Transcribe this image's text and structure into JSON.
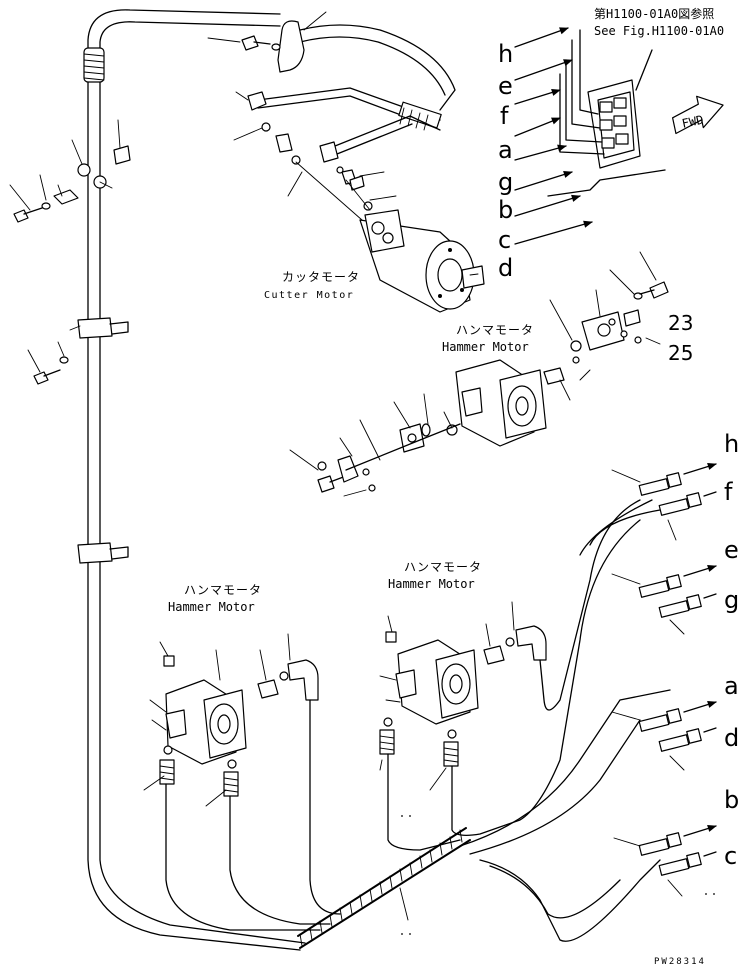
{
  "reference": {
    "jp": "第H1100-01A0図参照",
    "en": "See Fig.H1100-01A0"
  },
  "fwd_label": "FWD",
  "cutter_motor": {
    "jp": "カッタモータ",
    "en": "Cutter Motor"
  },
  "hammer_motor_top": {
    "jp": "ハンマモータ",
    "en": "Hammer Motor"
  },
  "hammer_motor_mid": {
    "jp": "ハンマモータ",
    "en": "Hammer Motor"
  },
  "hammer_motor_left": {
    "jp": "ハンマモータ",
    "en": "Hammer Motor"
  },
  "part_numbers": [
    "23",
    "25"
  ],
  "top_letters": [
    "h",
    "e",
    "f",
    "a",
    "g",
    "b",
    "c",
    "d"
  ],
  "right_letters": [
    "h",
    "f",
    "e",
    "g",
    "a",
    "d",
    "b",
    "c"
  ],
  "drawing_code": "PW28314",
  "colors": {
    "ink": "#000000",
    "paper": "#ffffff"
  }
}
